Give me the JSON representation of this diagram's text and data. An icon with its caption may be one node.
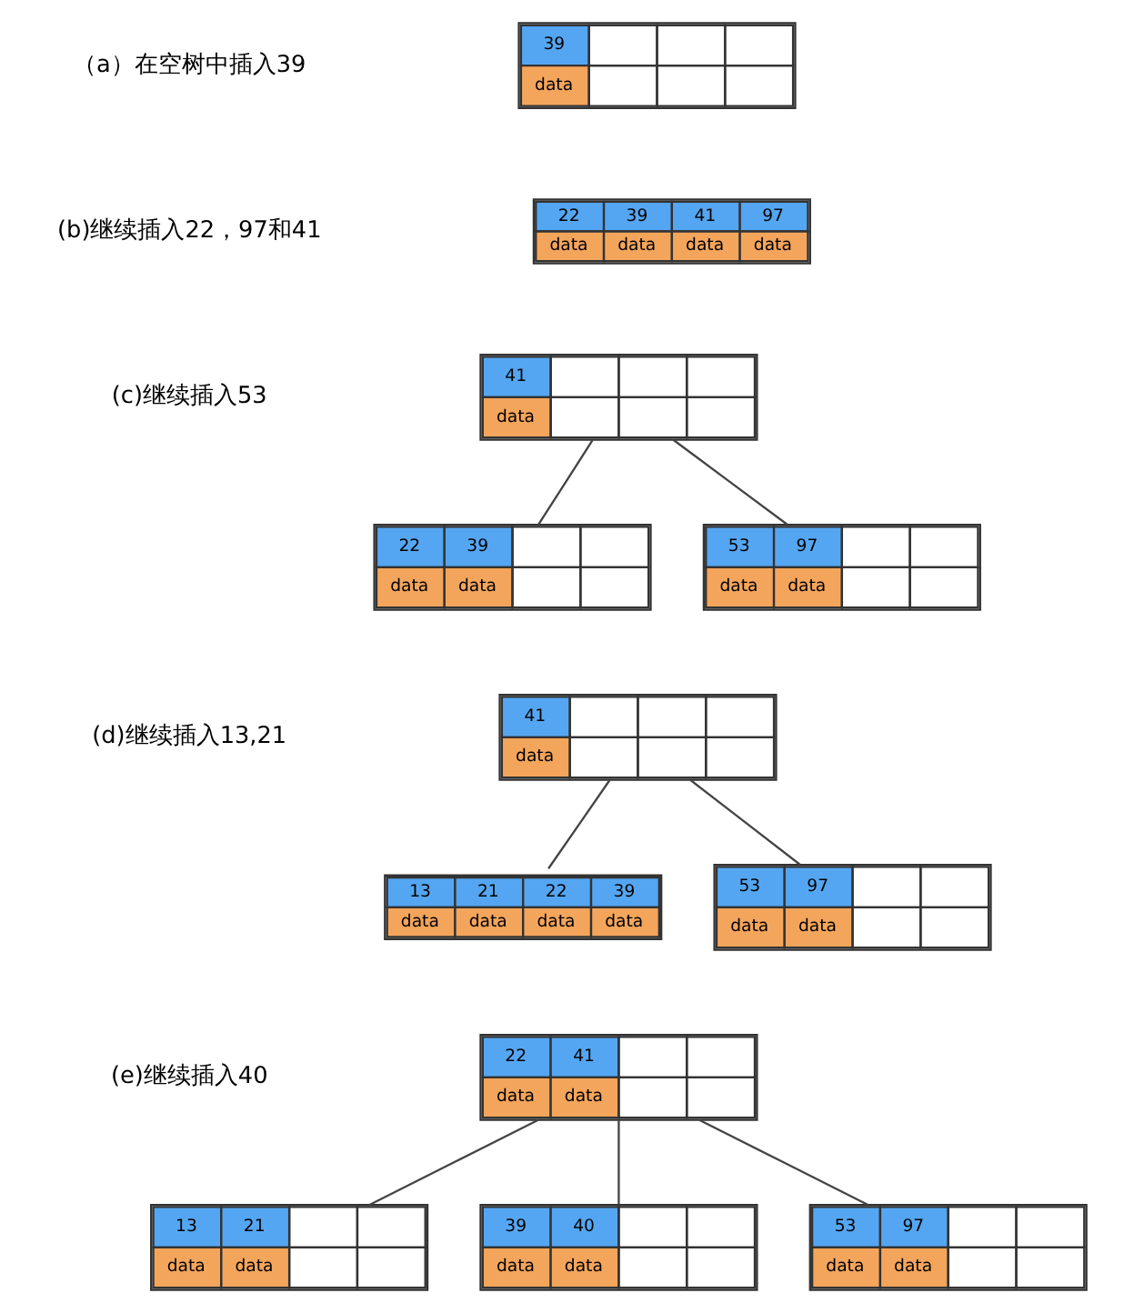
{
  "diagram": {
    "nodes": [
      {
        "text": [
          "39",
          "data"
        ]
      },
      {
        "text": [
          "22",
          "39",
          "41",
          "97",
          "data",
          "data",
          "data",
          "data"
        ]
      },
      {
        "text": [
          "41",
          "data"
        ]
      },
      {
        "text": [
          "22",
          "39",
          "data",
          "data"
        ]
      },
      {
        "text": [
          "53",
          "97",
          "data",
          "data"
        ]
      },
      {
        "text": [
          "41",
          "data"
        ]
      },
      {
        "text": [
          "13",
          "21",
          "22",
          "39",
          "data",
          "data",
          "data",
          "data"
        ]
      },
      {
        "text": [
          "53",
          "97",
          "data",
          "data"
        ]
      },
      {
        "text": [
          "22",
          "41",
          "data",
          "data"
        ]
      },
      {
        "text": [
          "13",
          "21",
          "data",
          "data"
        ]
      },
      {
        "text": [
          "39",
          "40",
          "data",
          "data"
        ]
      },
      {
        "text": [
          "53",
          "97",
          "data",
          "data"
        ]
      }
    ],
    "edges": [
      {
        "from": 2,
        "to": 3,
        "arrow": "none"
      },
      {
        "from": 2,
        "to": 4,
        "arrow": "none"
      },
      {
        "from": 5,
        "to": 6,
        "arrow": "none"
      },
      {
        "from": 5,
        "to": 7,
        "arrow": "none"
      },
      {
        "from": 8,
        "to": 9,
        "arrow": "none"
      },
      {
        "from": 8,
        "to": 10,
        "arrow": "none"
      },
      {
        "from": 8,
        "to": 11,
        "arrow": "none"
      }
    ],
    "labels": [
      "（a）在空树中插入39",
      "(b)继续插入22，97和41",
      "(c)继续插入53",
      "(d)继续插入13,21",
      "(e)继续插入40"
    ]
  }
}
